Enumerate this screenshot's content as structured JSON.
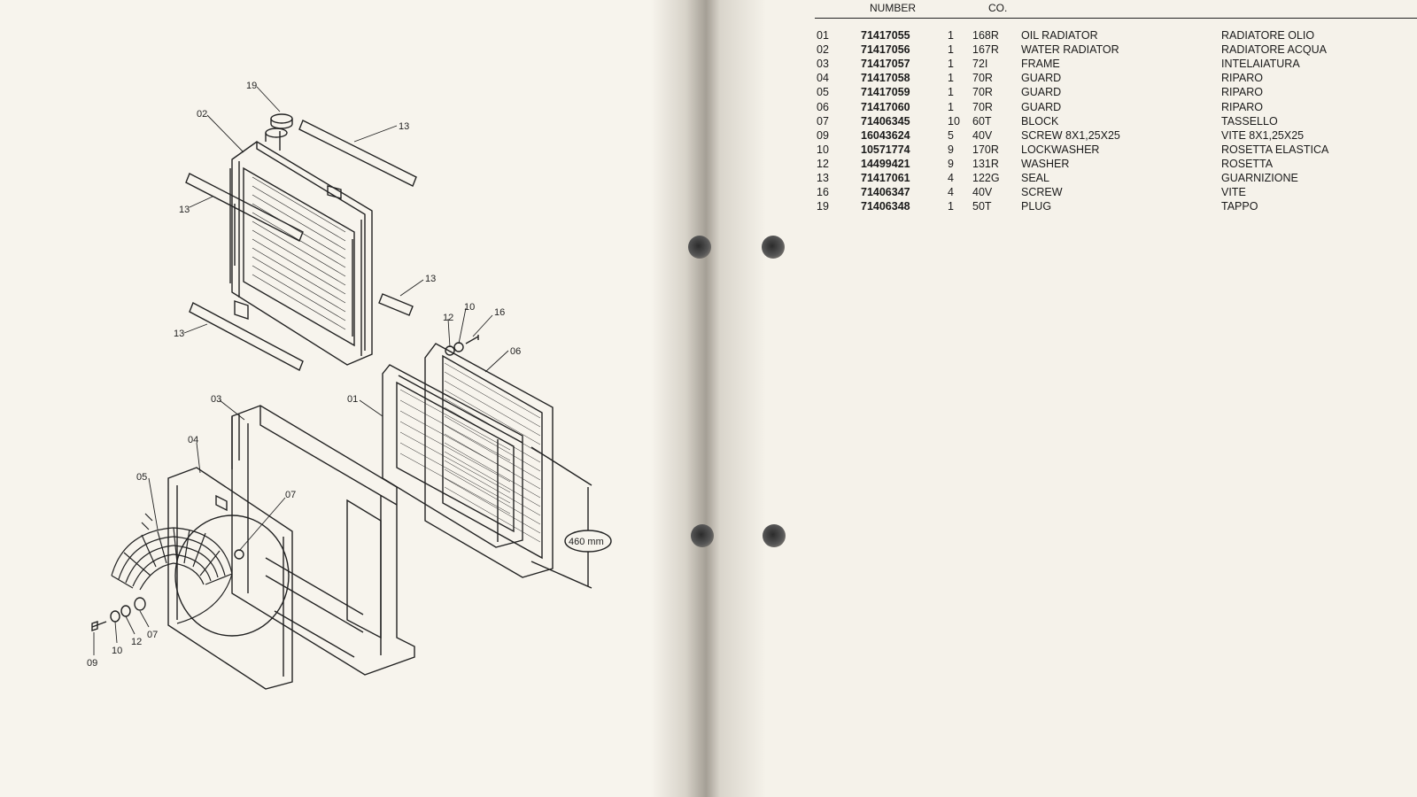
{
  "header": {
    "number_label": "NUMBER",
    "qty_label": "CO."
  },
  "parts": [
    {
      "ref": "01",
      "number": "71417055",
      "qty": "1",
      "code": "168R",
      "name_en": "OIL RADIATOR",
      "name_it": "RADIATORE OLIO"
    },
    {
      "ref": "02",
      "number": "71417056",
      "qty": "1",
      "code": "167R",
      "name_en": "WATER RADIATOR",
      "name_it": "RADIATORE ACQUA"
    },
    {
      "ref": "03",
      "number": "71417057",
      "qty": "1",
      "code": "72I",
      "name_en": "FRAME",
      "name_it": "INTELAIATURA"
    },
    {
      "ref": "04",
      "number": "71417058",
      "qty": "1",
      "code": "70R",
      "name_en": "GUARD",
      "name_it": "RIPARO"
    },
    {
      "ref": "05",
      "number": "71417059",
      "qty": "1",
      "code": "70R",
      "name_en": "GUARD",
      "name_it": "RIPARO"
    },
    {
      "ref": "06",
      "number": "71417060",
      "qty": "1",
      "code": "70R",
      "name_en": "GUARD",
      "name_it": "RIPARO"
    },
    {
      "ref": "07",
      "number": "71406345",
      "qty": "10",
      "code": "60T",
      "name_en": "BLOCK",
      "name_it": "TASSELLO"
    },
    {
      "ref": "09",
      "number": "16043624",
      "qty": "5",
      "code": "40V",
      "name_en": "SCREW 8X1,25X25",
      "name_it": "VITE 8X1,25X25"
    },
    {
      "ref": "10",
      "number": "10571774",
      "qty": "9",
      "code": "170R",
      "name_en": "LOCKWASHER",
      "name_it": "ROSETTA ELASTICA"
    },
    {
      "ref": "12",
      "number": "14499421",
      "qty": "9",
      "code": "131R",
      "name_en": "WASHER",
      "name_it": "ROSETTA"
    },
    {
      "ref": "13",
      "number": "71417061",
      "qty": "4",
      "code": "122G",
      "name_en": "SEAL",
      "name_it": "GUARNIZIONE"
    },
    {
      "ref": "16",
      "number": "71406347",
      "qty": "4",
      "code": "40V",
      "name_en": "SCREW",
      "name_it": "VITE"
    },
    {
      "ref": "19",
      "number": "71406348",
      "qty": "1",
      "code": "50T",
      "name_en": "PLUG",
      "name_it": "TAPPO"
    }
  ],
  "diagram": {
    "callouts": {
      "c19": "19",
      "c02": "02",
      "c13a": "13",
      "c13b": "13",
      "c13c": "13",
      "c13d": "13",
      "c12a": "12",
      "c10a": "10",
      "c16": "16",
      "c06": "06",
      "c03": "03",
      "c01": "01",
      "c04": "04",
      "c05": "05",
      "c07a": "07",
      "c09": "09",
      "c10b": "10",
      "c12b": "12",
      "c07b": "07"
    },
    "dimension": "460 mm"
  }
}
